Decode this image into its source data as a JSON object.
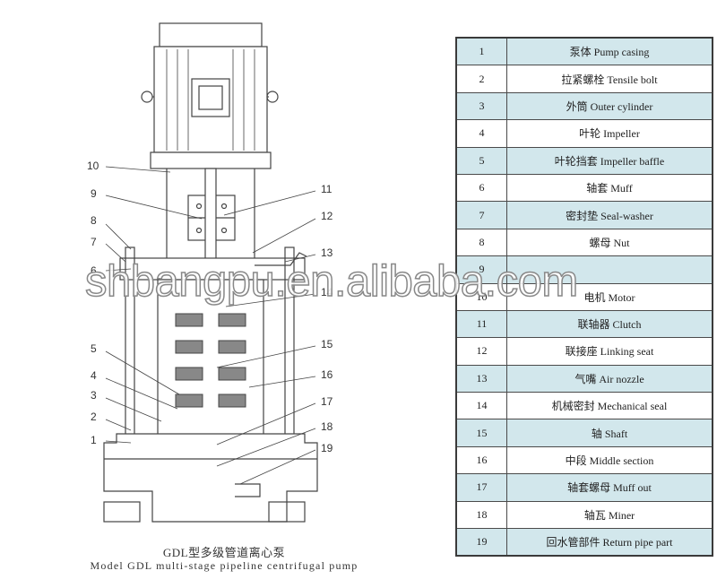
{
  "callouts": [
    "1",
    "2",
    "3",
    "4",
    "5",
    "6",
    "7",
    "8",
    "9",
    "10",
    "11",
    "12",
    "13",
    "14",
    "15",
    "16",
    "17",
    "18",
    "19"
  ],
  "caption": {
    "cn": "GDL型多级管道离心泵",
    "en": "Model GDL multi-stage pipeline centrifugal pump"
  },
  "watermark": "shbangpu.en.alibaba.com",
  "parts": [
    {
      "no": "1",
      "name": "泵体 Pump casing"
    },
    {
      "no": "2",
      "name": "拉紧螺栓 Tensile bolt"
    },
    {
      "no": "3",
      "name": "外筒 Outer cylinder"
    },
    {
      "no": "4",
      "name": "叶轮 Impeller"
    },
    {
      "no": "5",
      "name": "叶轮挡套 Impeller baffle"
    },
    {
      "no": "6",
      "name": "轴套 Muff"
    },
    {
      "no": "7",
      "name": "密封垫 Seal-washer"
    },
    {
      "no": "8",
      "name": "螺母 Nut"
    },
    {
      "no": "9",
      "name": ""
    },
    {
      "no": "10",
      "name": "电机 Motor"
    },
    {
      "no": "11",
      "name": "联轴器 Clutch"
    },
    {
      "no": "12",
      "name": "联接座 Linking seat"
    },
    {
      "no": "13",
      "name": "气嘴 Air nozzle"
    },
    {
      "no": "14",
      "name": "机械密封 Mechanical seal"
    },
    {
      "no": "15",
      "name": "轴 Shaft"
    },
    {
      "no": "16",
      "name": "中段 Middle section"
    },
    {
      "no": "17",
      "name": "轴套螺母 Muff out"
    },
    {
      "no": "18",
      "name": "轴瓦 Miner"
    },
    {
      "no": "19",
      "name": "回水管部件 Return pipe part"
    }
  ],
  "colors": {
    "row_shade": "#d2e7ec",
    "line": "#444444"
  }
}
